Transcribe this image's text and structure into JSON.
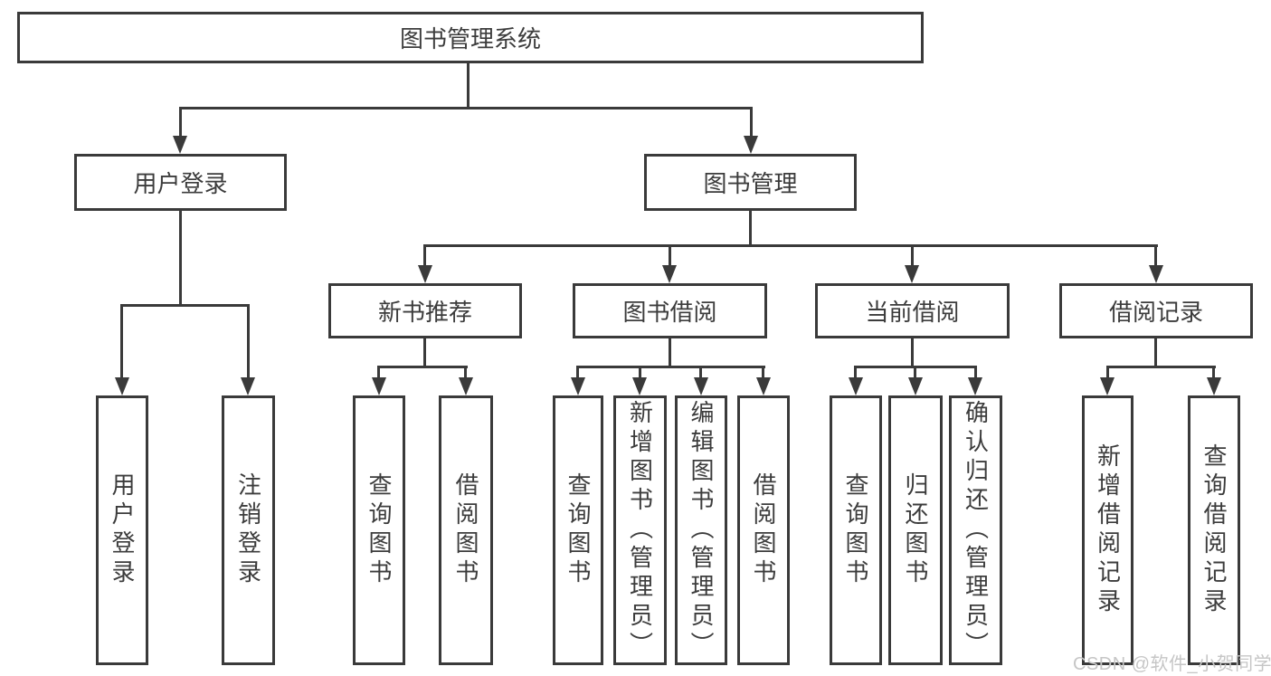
{
  "diagram": {
    "root": {
      "label": "图书管理系统"
    },
    "level2": [
      {
        "label": "用户登录"
      },
      {
        "label": "图书管理"
      }
    ],
    "level3": [
      {
        "label": "新书推荐"
      },
      {
        "label": "图书借阅"
      },
      {
        "label": "当前借阅"
      },
      {
        "label": "借阅记录"
      }
    ],
    "leaves": {
      "user_login": [
        {
          "label": "用户登录"
        },
        {
          "label": "注销登录"
        }
      ],
      "new_book_recommend": [
        {
          "label": "查询图书"
        },
        {
          "label": "借阅图书"
        }
      ],
      "book_borrow": [
        {
          "label": "查询图书"
        },
        {
          "label": "新增图书（管理员）"
        },
        {
          "label": "编辑图书（管理员）"
        },
        {
          "label": "借阅图书"
        }
      ],
      "current_borrow": [
        {
          "label": "查询图书"
        },
        {
          "label": "归还图书"
        },
        {
          "label": "确认归还（管理员）"
        }
      ],
      "borrow_records": [
        {
          "label": "新增借阅记录"
        },
        {
          "label": "查询借阅记录"
        }
      ]
    },
    "watermark": "CSDN @软件_小贺同学",
    "colors": {
      "line": "#3a3a3a",
      "text": "#3c3c3c",
      "watermark": "#c6c6c6",
      "background": "#ffffff"
    }
  }
}
